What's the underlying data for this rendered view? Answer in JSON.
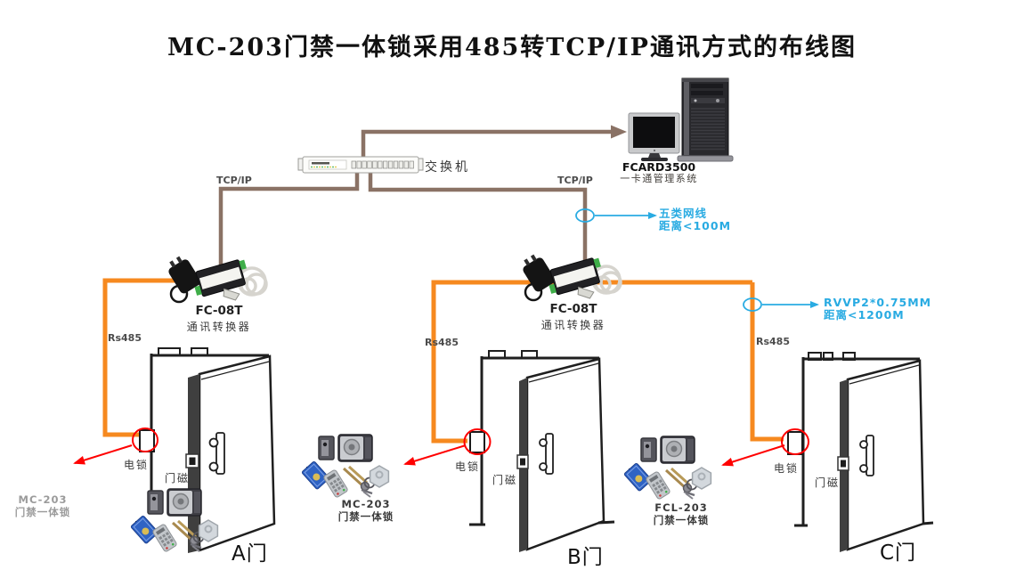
{
  "title": "MC-203门禁一体锁采用485转TCP/IP通讯方式的布线图",
  "colors": {
    "network_line": "#8a7265",
    "rs485_bus": "#f6891f",
    "callout_blue": "#29abe2",
    "pointer_red": "#ff0000"
  },
  "server": {
    "model": "FCARD3500",
    "system": "一卡通管理系统"
  },
  "network": {
    "switch": "交换机",
    "tcpip_left": "TCP/IP",
    "tcpip_right": "TCP/IP",
    "cat5_callout": {
      "line1": "五类网线",
      "line2": "距离<100M"
    },
    "rvvp_callout": {
      "line1": "RVVP2*0.75MM",
      "line2": "距离<1200M"
    }
  },
  "converters": {
    "left": {
      "model": "FC-08T",
      "name": "通讯转换器"
    },
    "middle": {
      "model": "FC-08T",
      "name": "通讯转换器"
    }
  },
  "bus_labels": {
    "a": "Rs485",
    "b": "Rs485",
    "c": "Rs485"
  },
  "doors": [
    {
      "name": "A门",
      "lock": "电锁",
      "sensor": "门磁",
      "kit_model": "MC-203",
      "kit_type": "门禁一体锁"
    },
    {
      "name": "B门",
      "lock": "电锁",
      "sensor": "门磁",
      "kit_model": "MC-203",
      "kit_type": "门禁一体锁"
    },
    {
      "name": "C门",
      "lock": "电锁",
      "sensor": "门磁",
      "kit_model": "FCL-203",
      "kit_type": "门禁一体锁"
    }
  ]
}
